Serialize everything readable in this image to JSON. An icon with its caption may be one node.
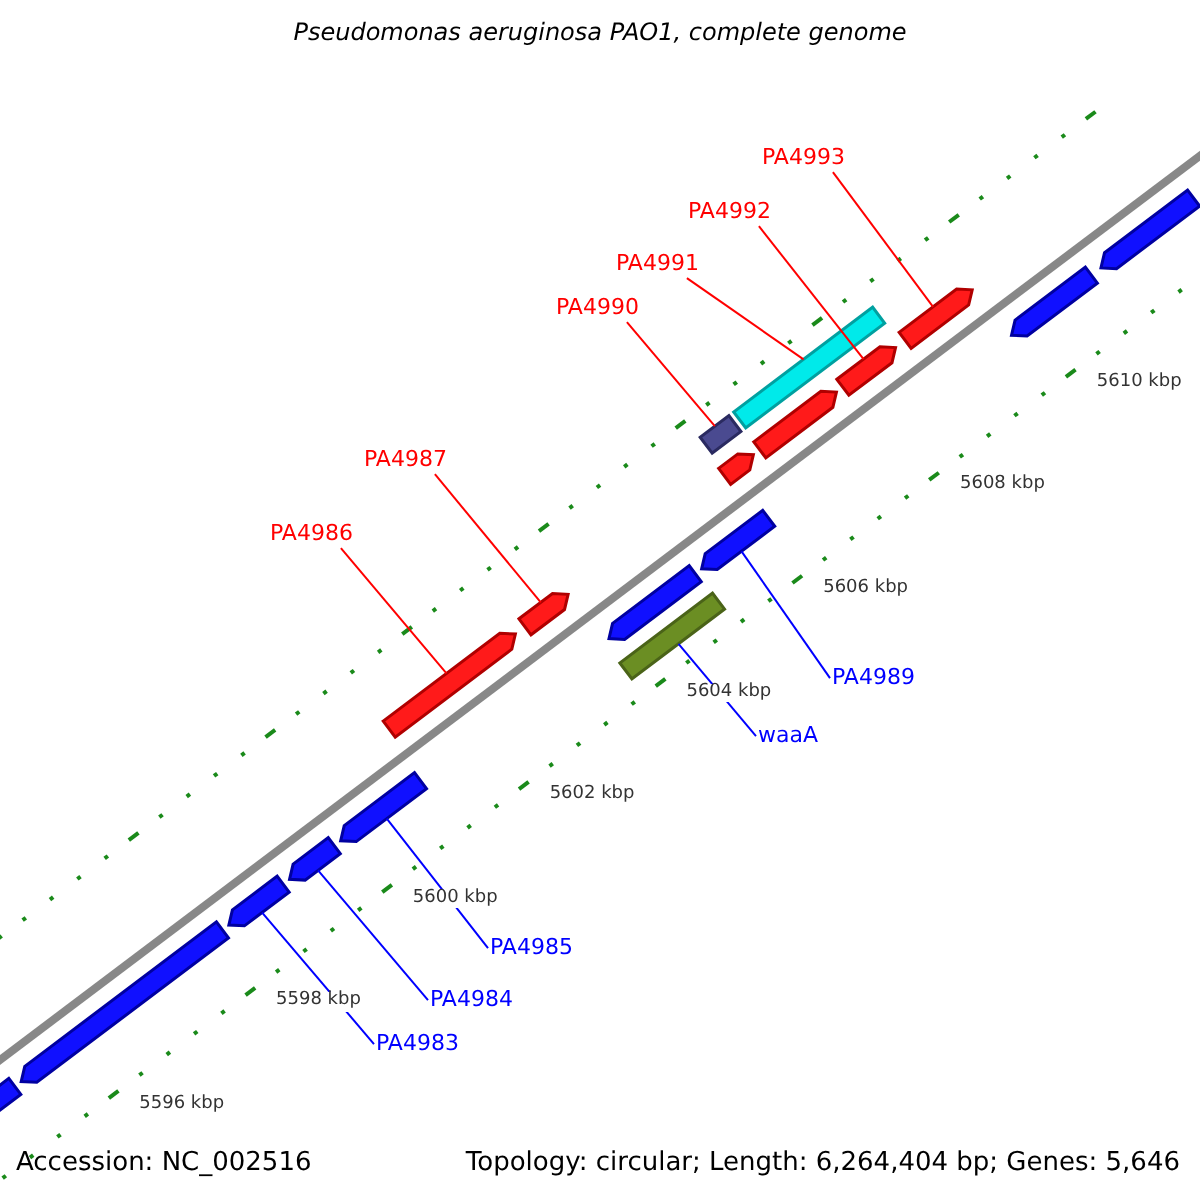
{
  "diagram": {
    "title": "Pseudomonas aeruginosa PAO1, complete genome",
    "nodes": [
      {
        "text": [
          "PA4993"
        ]
      },
      {
        "text": [
          "PA4992"
        ]
      },
      {
        "text": [
          "PA4991"
        ]
      },
      {
        "text": [
          "PA4990"
        ]
      },
      {
        "text": [
          "PA4987"
        ]
      },
      {
        "text": [
          "PA4986"
        ]
      },
      {
        "text": [
          "PA4989"
        ]
      },
      {
        "text": [
          "waaA"
        ]
      },
      {
        "text": [
          "PA4985"
        ]
      },
      {
        "text": [
          "PA4984"
        ]
      },
      {
        "text": [
          "PA4983"
        ]
      },
      {
        "text": [],
        "shape": "bar"
      },
      {
        "text": [],
        "shape": "bar"
      },
      {
        "text": [],
        "shape": "bar"
      },
      {
        "text": [],
        "shape": "bar"
      },
      {
        "text": [],
        "shape": "bar"
      },
      {
        "text": [],
        "shape": "bar"
      },
      {
        "text": [],
        "shape": "bar"
      },
      {
        "text": [],
        "shape": "box"
      },
      {
        "text": [],
        "shape": "bar"
      },
      {
        "text": [],
        "shape": "bar"
      },
      {
        "text": [],
        "shape": "bar"
      },
      {
        "text": [],
        "shape": "box"
      },
      {
        "text": [],
        "shape": "bar"
      },
      {
        "text": [],
        "shape": "box"
      },
      {
        "text": [],
        "shape": "bar"
      },
      {
        "text": [],
        "shape": "bar"
      },
      {
        "text": [],
        "shape": "bar"
      },
      {
        "text": [],
        "shape": "bar"
      }
    ],
    "edges": [
      {
        "from": 0,
        "to": 26,
        "arrow": "none",
        "color": "#ff0000"
      },
      {
        "from": 1,
        "to": 25,
        "arrow": "none",
        "color": "#ff0000"
      },
      {
        "from": 2,
        "to": 24,
        "arrow": "none",
        "color": "#ff0000"
      },
      {
        "from": 3,
        "to": 22,
        "arrow": "none",
        "color": "#ff0000"
      },
      {
        "from": 4,
        "to": 17,
        "arrow": "none",
        "color": "#ff0000"
      },
      {
        "from": 5,
        "to": 16,
        "arrow": "none",
        "color": "#ff0000"
      },
      {
        "from": 6,
        "to": 20,
        "arrow": "none",
        "color": "#0000ff"
      },
      {
        "from": 7,
        "to": 18,
        "arrow": "none",
        "color": "#0000ff"
      },
      {
        "from": 8,
        "to": 15,
        "arrow": "none",
        "color": "#0000ff"
      },
      {
        "from": 9,
        "to": 14,
        "arrow": "none",
        "color": "#0000ff"
      },
      {
        "from": 10,
        "to": 13,
        "arrow": "none",
        "color": "#0000ff"
      }
    ],
    "labels": [
      "5610 kbp",
      "5608 kbp",
      "5606 kbp",
      "5604 kbp",
      "5602 kbp",
      "5600 kbp",
      "5598 kbp",
      "5596 kbp",
      "Accession: NC_002516",
      "Topology: circular; Length: 6,264,404 bp; Genes: 5,646"
    ]
  }
}
